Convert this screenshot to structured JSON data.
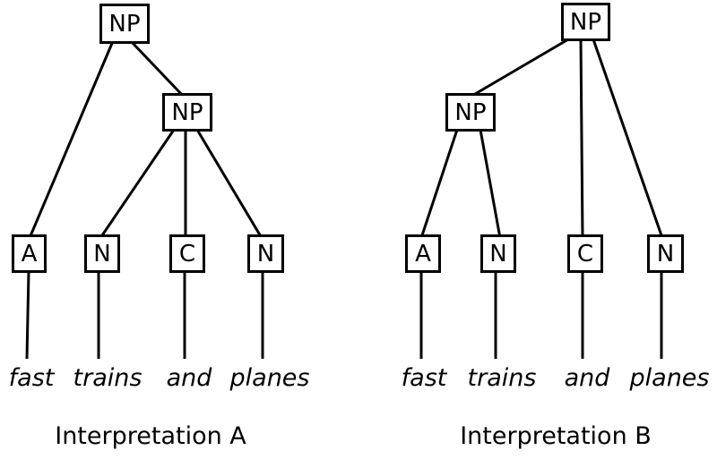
{
  "trees": [
    {
      "caption": "Interpretation A",
      "root_label": "NP",
      "inner_label": "NP",
      "leaves": [
        "A",
        "N",
        "C",
        "N"
      ],
      "words": [
        "fast",
        "trains",
        "and",
        "planes"
      ]
    },
    {
      "caption": "Interpretation B",
      "root_label": "NP",
      "inner_label": "NP",
      "leaves": [
        "A",
        "N",
        "C",
        "N"
      ],
      "words": [
        "fast",
        "trains",
        "and",
        "planes"
      ]
    }
  ],
  "colors": {
    "line": "#000000",
    "background": "#ffffff",
    "text": "#000000"
  }
}
